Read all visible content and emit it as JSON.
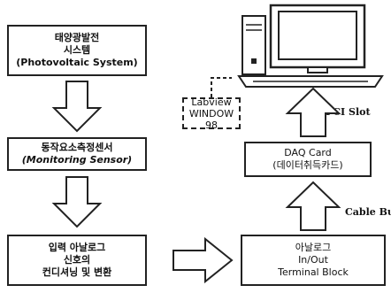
{
  "boxes": {
    "pv": {
      "line1": "태양광발전",
      "line2": "시스템",
      "line3": "(Photovoltaic System)"
    },
    "sensor": {
      "line1": "동작요소측정센서",
      "line2": "(Monitoring Sensor)"
    },
    "input": {
      "line1": "입력 아날로그",
      "line2": "신호의",
      "line3": "컨디셔닝 및 변환"
    },
    "terminal": {
      "line1": "아날로그",
      "line2": "In/Out",
      "line3": "Terminal Block"
    },
    "daq": {
      "line1": "DAQ Card",
      "line2": "(데이터취득카드)"
    },
    "labview": {
      "line1": "Labview",
      "line2": "WINDOW 98"
    }
  },
  "labels": {
    "pci_slot": "PCI Slot",
    "cable_bus": "Cable Bus"
  },
  "icons": {
    "computer": "desktop-computer-icon"
  }
}
